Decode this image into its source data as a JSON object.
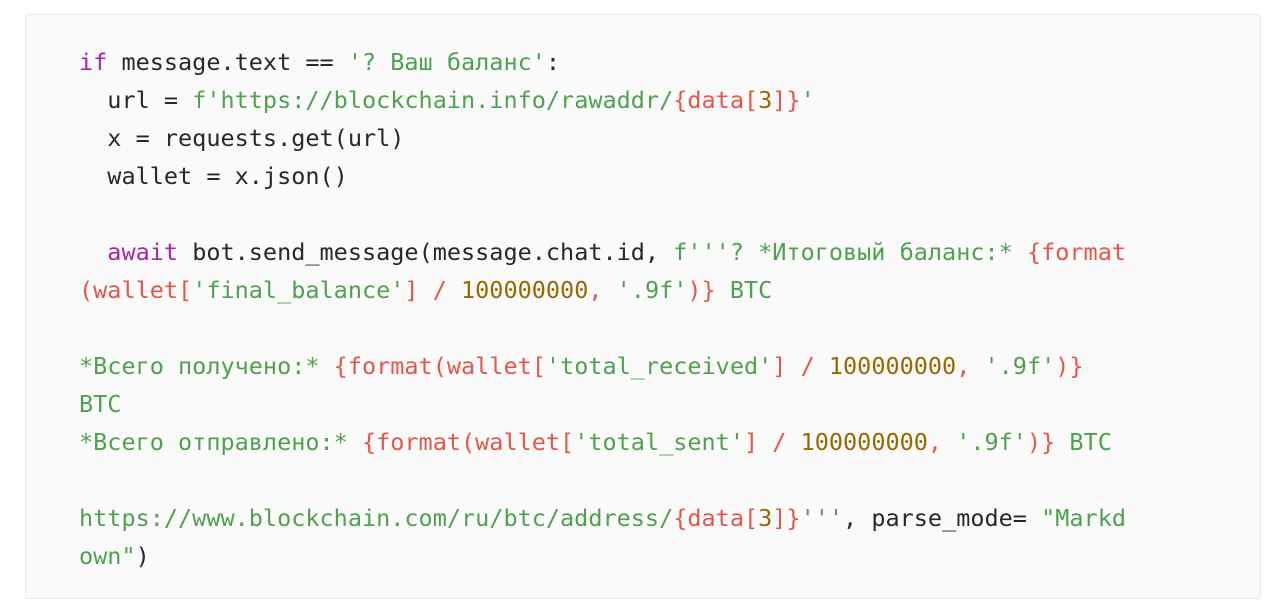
{
  "code": {
    "lines": [
      [
        {
          "t": "if",
          "c": "kw"
        },
        {
          "t": " message.text == ",
          "c": "pl"
        },
        {
          "t": "'? Ваш баланс'",
          "c": "str"
        },
        {
          "t": ":",
          "c": "pl"
        }
      ],
      [
        {
          "t": "  url = ",
          "c": "pl"
        },
        {
          "t": "f'https://blockchain.info/rawaddr/",
          "c": "str"
        },
        {
          "t": "{data[",
          "c": "err"
        },
        {
          "t": "3",
          "c": "num"
        },
        {
          "t": "]}",
          "c": "err"
        },
        {
          "t": "'",
          "c": "str"
        }
      ],
      [
        {
          "t": "  x = requests.get(url)",
          "c": "pl"
        }
      ],
      [
        {
          "t": "  wallet = x.json()",
          "c": "pl"
        }
      ],
      [],
      [
        {
          "t": "  ",
          "c": "pl"
        },
        {
          "t": "await",
          "c": "kw"
        },
        {
          "t": " bot.send_message(message.chat.id, ",
          "c": "pl"
        },
        {
          "t": "f'''? *Итоговый баланс:* ",
          "c": "str"
        },
        {
          "t": "{format",
          "c": "err"
        }
      ],
      [
        {
          "t": "(wallet[",
          "c": "err"
        },
        {
          "t": "'final_balance'",
          "c": "str"
        },
        {
          "t": "] / ",
          "c": "err"
        },
        {
          "t": "100000000",
          "c": "num"
        },
        {
          "t": ", ",
          "c": "err"
        },
        {
          "t": "'.9f'",
          "c": "str"
        },
        {
          "t": ")}",
          "c": "err"
        },
        {
          "t": " BTC",
          "c": "str"
        }
      ],
      [],
      [
        {
          "t": "*Всего получено:* ",
          "c": "str"
        },
        {
          "t": "{format(wallet[",
          "c": "err"
        },
        {
          "t": "'total_received'",
          "c": "str"
        },
        {
          "t": "] / ",
          "c": "err"
        },
        {
          "t": "100000000",
          "c": "num"
        },
        {
          "t": ", ",
          "c": "err"
        },
        {
          "t": "'.9f'",
          "c": "str"
        },
        {
          "t": ")}",
          "c": "err"
        }
      ],
      [
        {
          "t": "BTC",
          "c": "str"
        }
      ],
      [
        {
          "t": "*Всего отправлено:* ",
          "c": "str"
        },
        {
          "t": "{format(wallet[",
          "c": "err"
        },
        {
          "t": "'total_sent'",
          "c": "str"
        },
        {
          "t": "] / ",
          "c": "err"
        },
        {
          "t": "100000000",
          "c": "num"
        },
        {
          "t": ", ",
          "c": "err"
        },
        {
          "t": "'.9f'",
          "c": "str"
        },
        {
          "t": ")}",
          "c": "err"
        },
        {
          "t": " BTC",
          "c": "str"
        }
      ],
      [],
      [
        {
          "t": "https://www.blockchain.com/ru/btc/address/",
          "c": "str"
        },
        {
          "t": "{data[",
          "c": "err"
        },
        {
          "t": "3",
          "c": "num"
        },
        {
          "t": "]}",
          "c": "err"
        },
        {
          "t": "'''",
          "c": "str"
        },
        {
          "t": ", parse_mode= ",
          "c": "pl"
        },
        {
          "t": "\"Markd",
          "c": "str"
        }
      ],
      [
        {
          "t": "own\"",
          "c": "str"
        },
        {
          "t": ")",
          "c": "pl"
        }
      ]
    ]
  }
}
